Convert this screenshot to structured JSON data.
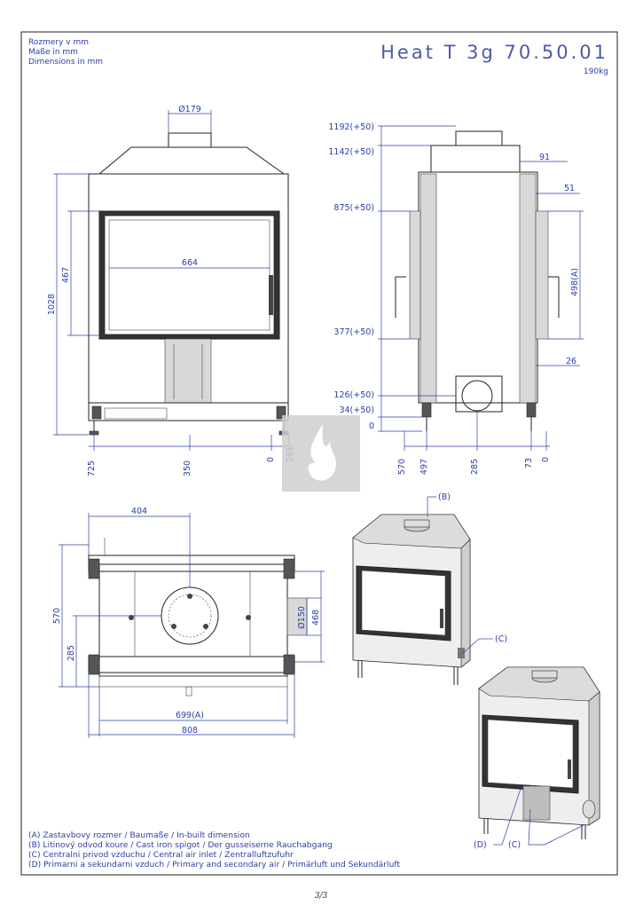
{
  "header": {
    "units_lines": [
      "Rozmery v mm",
      "Maße in mm",
      "Dimensions in mm"
    ],
    "model": "Heat T 3g 70.50.01",
    "weight": "190kg"
  },
  "front_view": {
    "flue_diameter": "Ø179",
    "glass_width": "664",
    "glass_height": "467",
    "total_height": "1028",
    "bottom_dims": [
      "725",
      "350",
      "0",
      "261"
    ]
  },
  "side_view": {
    "height_labels": [
      "1192(+50)",
      "1142(+50)",
      "875(+50)",
      "377(+50)",
      "126(+50)",
      "34(+50)",
      "0"
    ],
    "right_dims": [
      "91",
      "51",
      "498(A)",
      "26"
    ],
    "bottom_dims": [
      "570",
      "497",
      "285",
      "73",
      "0"
    ]
  },
  "top_view": {
    "width_404": "404",
    "depth_570": "570",
    "depth_285": "285",
    "inlet_diameter": "Ø150",
    "depth_468": "468",
    "width_699": "699(A)",
    "width_808": "808"
  },
  "iso_labels": {
    "b": "(B)",
    "c": "(C)",
    "d": "(D)",
    "c2": "(C)"
  },
  "legend": [
    "(A)   Zastavbovy rozmer / Baumaße / In-built dimension",
    "(B)   Litinový odvod koure / Cast iron spigot / Der gusseiserne Rauchabgang",
    "(C)   Centralni privod vzduchu / Central air inlet / Zentralluftzufuhr",
    "(D)   Primarni a sekundarni vzduch / Primary and secondary air / Primärluft und Sekundärluft"
  ],
  "page_number": "3/3",
  "colors": {
    "ink": "#2b3fa8",
    "watermark": "#cfcfcf"
  },
  "icons": {
    "watermark": "flame-icon"
  }
}
